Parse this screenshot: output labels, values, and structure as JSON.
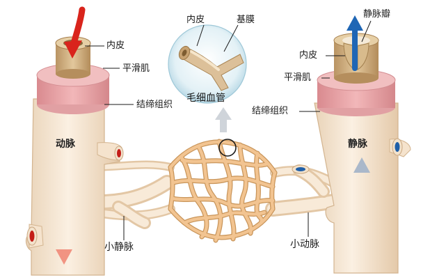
{
  "labels": {
    "artery_intima": "内皮",
    "artery_smooth_muscle": "平滑肌",
    "artery_connective": "结缔组织",
    "artery": "动脉",
    "venule": "小静脉",
    "cap_intima": "内皮",
    "cap_basement": "基膜",
    "capillary": "毛细血管",
    "vein_valve": "静脉瓣",
    "vein_intima": "内皮",
    "vein_smooth_muscle": "平滑肌",
    "vein_connective": "结缔组织",
    "vein": "静脉",
    "arteriole": "小动脉"
  },
  "colors": {
    "outer_tissue": "#f6e6d2",
    "smooth_muscle": "#e8a3a6",
    "endothelium": "#d7b88a",
    "capillary": "#f2c491",
    "artery_flow": "#d9241c",
    "vein_flow": "#1f66b5",
    "flow_arrow_grey": "#c9ced4"
  },
  "icons": {
    "artery_arrow": "red-down-arrow-icon",
    "vein_arrow": "blue-up-arrow-icon",
    "zoom_arrow": "grey-up-arrow-icon"
  }
}
